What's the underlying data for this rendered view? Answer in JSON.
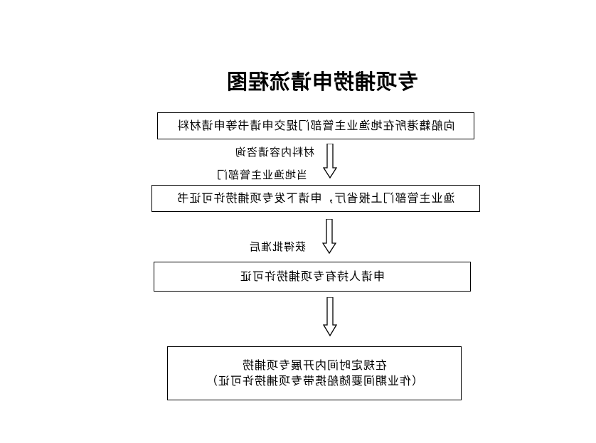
{
  "title": "专项捕捞申请流程图",
  "steps": [
    {
      "lines": [
        "向船籍港所在地渔业主管部门提交申请书等申请材料"
      ]
    },
    {
      "lines": [
        "渔业主管部门上报省厅，申请下发专项捕捞许可证书"
      ]
    },
    {
      "lines": [
        "申请人持有专项捕捞许可证"
      ]
    },
    {
      "lines": [
        "在规定时间内开展专项捕捞",
        "（作业期间要随船携带专项捕捞许可证）"
      ]
    }
  ],
  "notes": {
    "n1": "材料内容请咨询",
    "n2": "当地渔业主管部门",
    "n3": "获得批准后"
  }
}
